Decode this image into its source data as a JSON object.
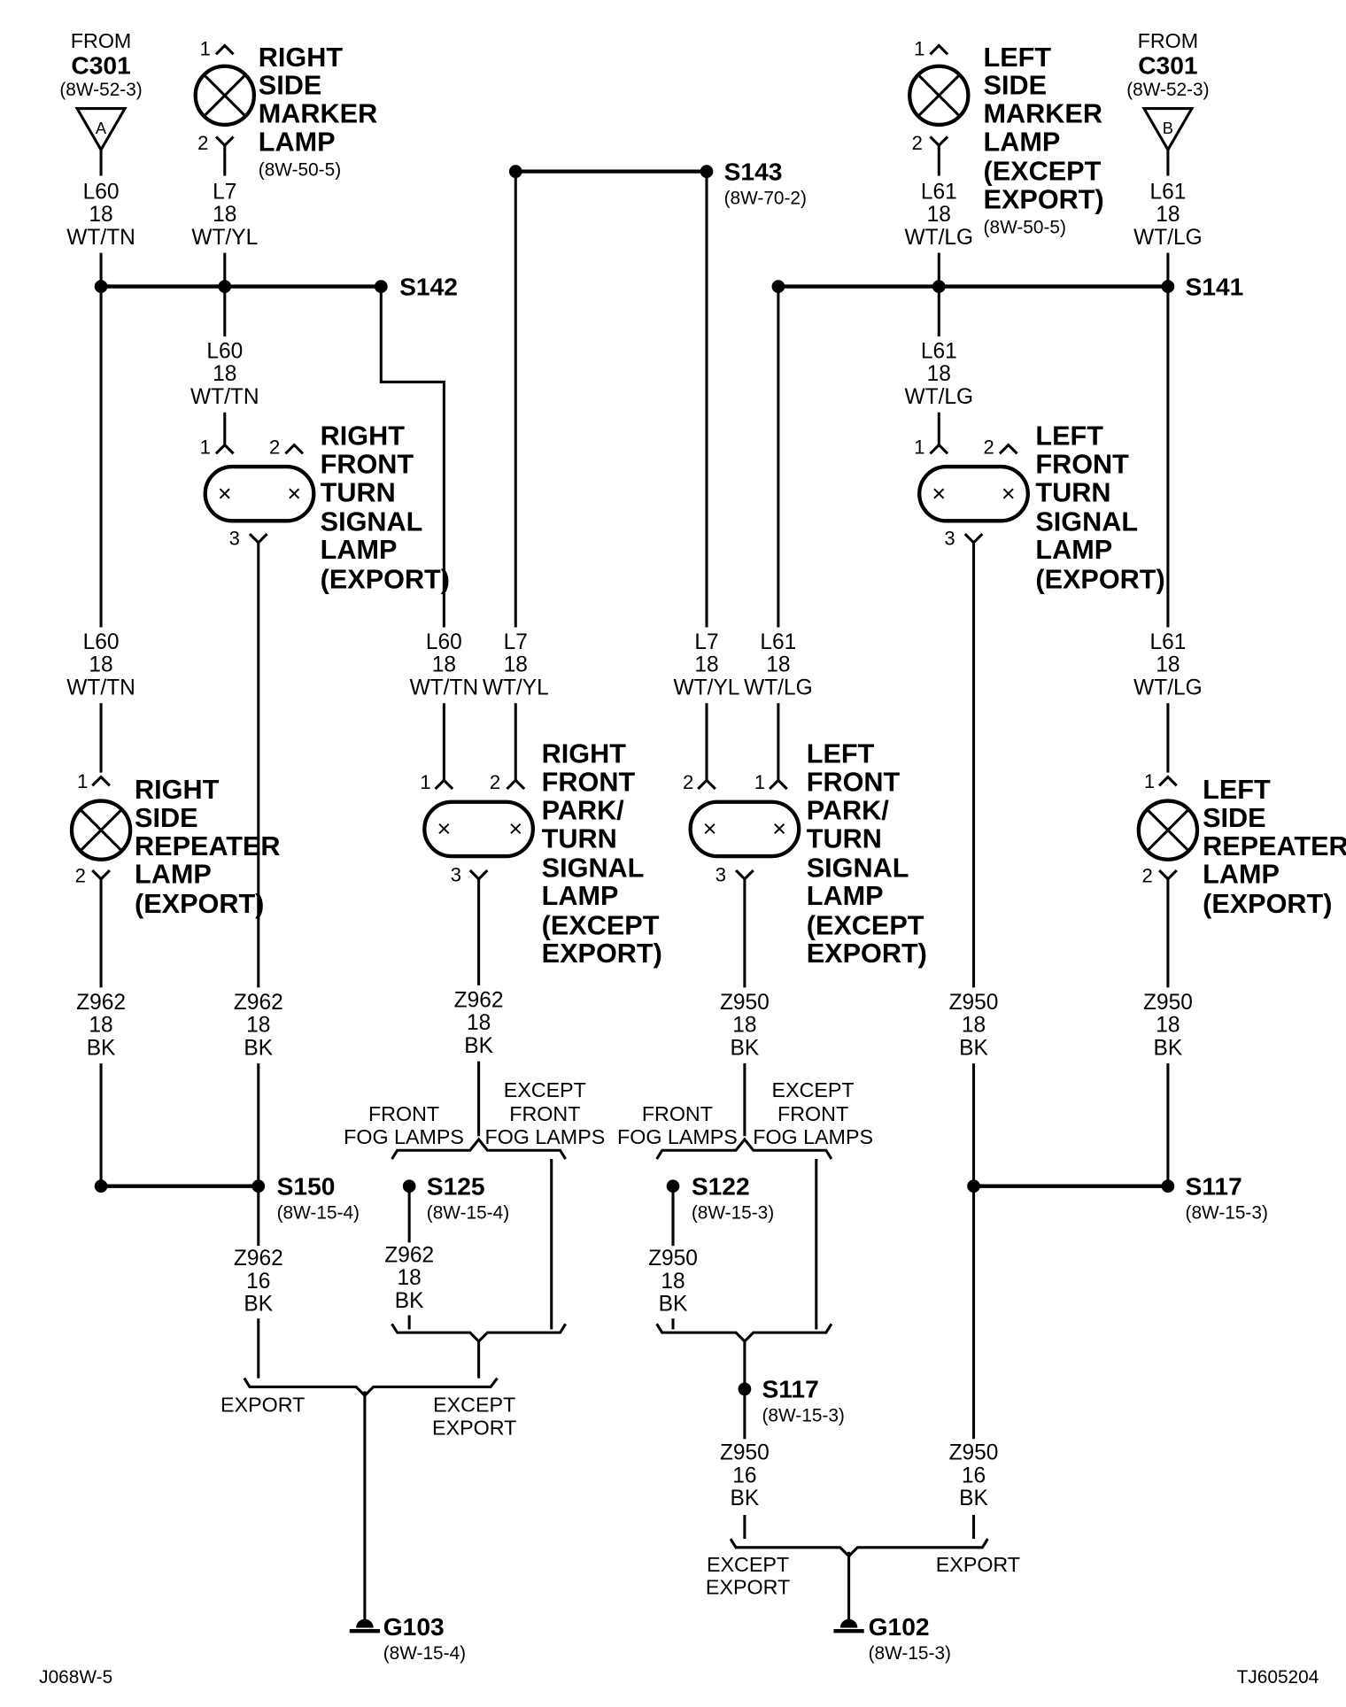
{
  "connectors": {
    "a": {
      "from": "FROM",
      "id": "C301",
      "ref": "(8W-52-3)",
      "letter": "A"
    },
    "b": {
      "from": "FROM",
      "id": "C301",
      "ref": "(8W-52-3)",
      "letter": "B"
    }
  },
  "components": {
    "right_side_marker": {
      "lines": [
        "RIGHT",
        "SIDE",
        "MARKER",
        "LAMP"
      ],
      "ref": "(8W-50-5)",
      "pins": [
        "1",
        "2"
      ]
    },
    "left_side_marker": {
      "lines": [
        "LEFT",
        "SIDE",
        "MARKER",
        "LAMP",
        "(EXCEPT",
        "EXPORT)"
      ],
      "ref": "(8W-50-5)",
      "pins": [
        "1",
        "2"
      ]
    },
    "right_front_turn": {
      "lines": [
        "RIGHT",
        "FRONT",
        "TURN",
        "SIGNAL",
        "LAMP",
        "(EXPORT)"
      ],
      "pins": [
        "1",
        "2",
        "3"
      ]
    },
    "left_front_turn": {
      "lines": [
        "LEFT",
        "FRONT",
        "TURN",
        "SIGNAL",
        "LAMP",
        "(EXPORT)"
      ],
      "pins": [
        "1",
        "2",
        "3"
      ]
    },
    "right_side_repeater": {
      "lines": [
        "RIGHT",
        "SIDE",
        "REPEATER",
        "LAMP",
        "(EXPORT)"
      ],
      "pins": [
        "1",
        "2"
      ]
    },
    "left_side_repeater": {
      "lines": [
        "LEFT",
        "SIDE",
        "REPEATER",
        "LAMP",
        "(EXPORT)"
      ],
      "pins": [
        "1",
        "2"
      ]
    },
    "right_front_park": {
      "lines": [
        "RIGHT",
        "FRONT",
        "PARK/",
        "TURN",
        "SIGNAL",
        "LAMP",
        "(EXCEPT",
        "EXPORT)"
      ],
      "pins": [
        "1",
        "2",
        "3"
      ]
    },
    "left_front_park": {
      "lines": [
        "LEFT",
        "FRONT",
        "PARK/",
        "TURN",
        "SIGNAL",
        "LAMP",
        "(EXCEPT",
        "EXPORT)"
      ],
      "pins": [
        "2",
        "1",
        "3"
      ]
    }
  },
  "splices": {
    "s142": {
      "id": "S142"
    },
    "s143": {
      "id": "S143",
      "ref": "(8W-70-2)"
    },
    "s141": {
      "id": "S141"
    },
    "s150": {
      "id": "S150",
      "ref": "(8W-15-4)"
    },
    "s125": {
      "id": "S125",
      "ref": "(8W-15-4)"
    },
    "s122": {
      "id": "S122",
      "ref": "(8W-15-3)"
    },
    "s117a": {
      "id": "S117",
      "ref": "(8W-15-3)"
    },
    "s117b": {
      "id": "S117",
      "ref": "(8W-15-3)"
    }
  },
  "grounds": {
    "g103": {
      "id": "G103",
      "ref": "(8W-15-4)"
    },
    "g102": {
      "id": "G102",
      "ref": "(8W-15-3)"
    }
  },
  "wires": {
    "w1": [
      "L60",
      "18",
      "WT/TN"
    ],
    "w2": [
      "L7",
      "18",
      "WT/YL"
    ],
    "w3": [
      "L61",
      "18",
      "WT/LG"
    ],
    "w4": [
      "L61",
      "18",
      "WT/LG"
    ],
    "w5": [
      "L60",
      "18",
      "WT/TN"
    ],
    "w6": [
      "L61",
      "18",
      "WT/LG"
    ],
    "w7": [
      "L60",
      "18",
      "WT/TN"
    ],
    "w8": [
      "L60",
      "18",
      "WT/TN"
    ],
    "w9": [
      "L7",
      "18",
      "WT/YL"
    ],
    "w10": [
      "L7",
      "18",
      "WT/YL"
    ],
    "w11": [
      "L61",
      "18",
      "WT/LG"
    ],
    "w12": [
      "L61",
      "18",
      "WT/LG"
    ],
    "w13": [
      "Z962",
      "18",
      "BK"
    ],
    "w14": [
      "Z962",
      "18",
      "BK"
    ],
    "w15": [
      "Z962",
      "18",
      "BK"
    ],
    "w16": [
      "Z950",
      "18",
      "BK"
    ],
    "w17": [
      "Z950",
      "18",
      "BK"
    ],
    "w18": [
      "Z950",
      "18",
      "BK"
    ],
    "w19": [
      "Z962",
      "16",
      "BK"
    ],
    "w20": [
      "Z962",
      "18",
      "BK"
    ],
    "w21": [
      "Z950",
      "18",
      "BK"
    ],
    "w22": [
      "Z950",
      "16",
      "BK"
    ],
    "w23": [
      "Z950",
      "16",
      "BK"
    ]
  },
  "options": {
    "front_fog": [
      "FRONT",
      "FOG LAMPS"
    ],
    "except_front_fog": [
      "EXCEPT",
      "FRONT",
      "FOG LAMPS"
    ],
    "export": "EXPORT",
    "except_export": [
      "EXCEPT",
      "EXPORT"
    ]
  },
  "footer": {
    "left": "J068W-5",
    "right": "TJ605204"
  }
}
